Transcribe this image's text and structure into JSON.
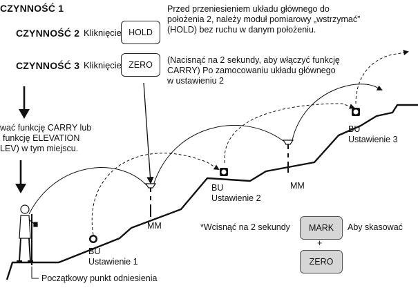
{
  "steps": {
    "step1": "CZYNNOŚĆ 1",
    "step2": "CZYNNOŚĆ 2",
    "step3": "CZYNNOŚĆ 3",
    "click_word": "Kliknięcie"
  },
  "buttons": {
    "hold": "HOLD",
    "zero": "ZERO",
    "mark": "MARK",
    "zero2": "ZERO",
    "plus": "+"
  },
  "notes": {
    "step1_line1": "Przed przeniesieniem układu głównego do",
    "step1_line2": "położenia 2, należy moduł pomiarowy „wstrzymać”",
    "step1_line3": "(HOLD) bez ruchu w danym położeniu.",
    "step3_line1": "(Nacisnąć na 2 sekundy, aby włączyć funkcję",
    "step3_line2": "CARRY) Po zamocowaniu układu głównego",
    "step3_line3": "w ustawieniu 2",
    "left_line1": "wać funkcję CARRY lub",
    "left_line2": "funkcję ELEVATION",
    "left_line3": "LEV) w tym miejscu."
  },
  "labels": {
    "bu": "BU",
    "setup1": "Ustawienie 1",
    "setup2": "Ustawienie 2",
    "setup3": "Ustawienie 3",
    "mm": "MM",
    "press2s": "*Wcisnąć na 2 sekundy",
    "to_clear": "Aby skasować",
    "origin": "Początkowy punkt odniesienia"
  }
}
